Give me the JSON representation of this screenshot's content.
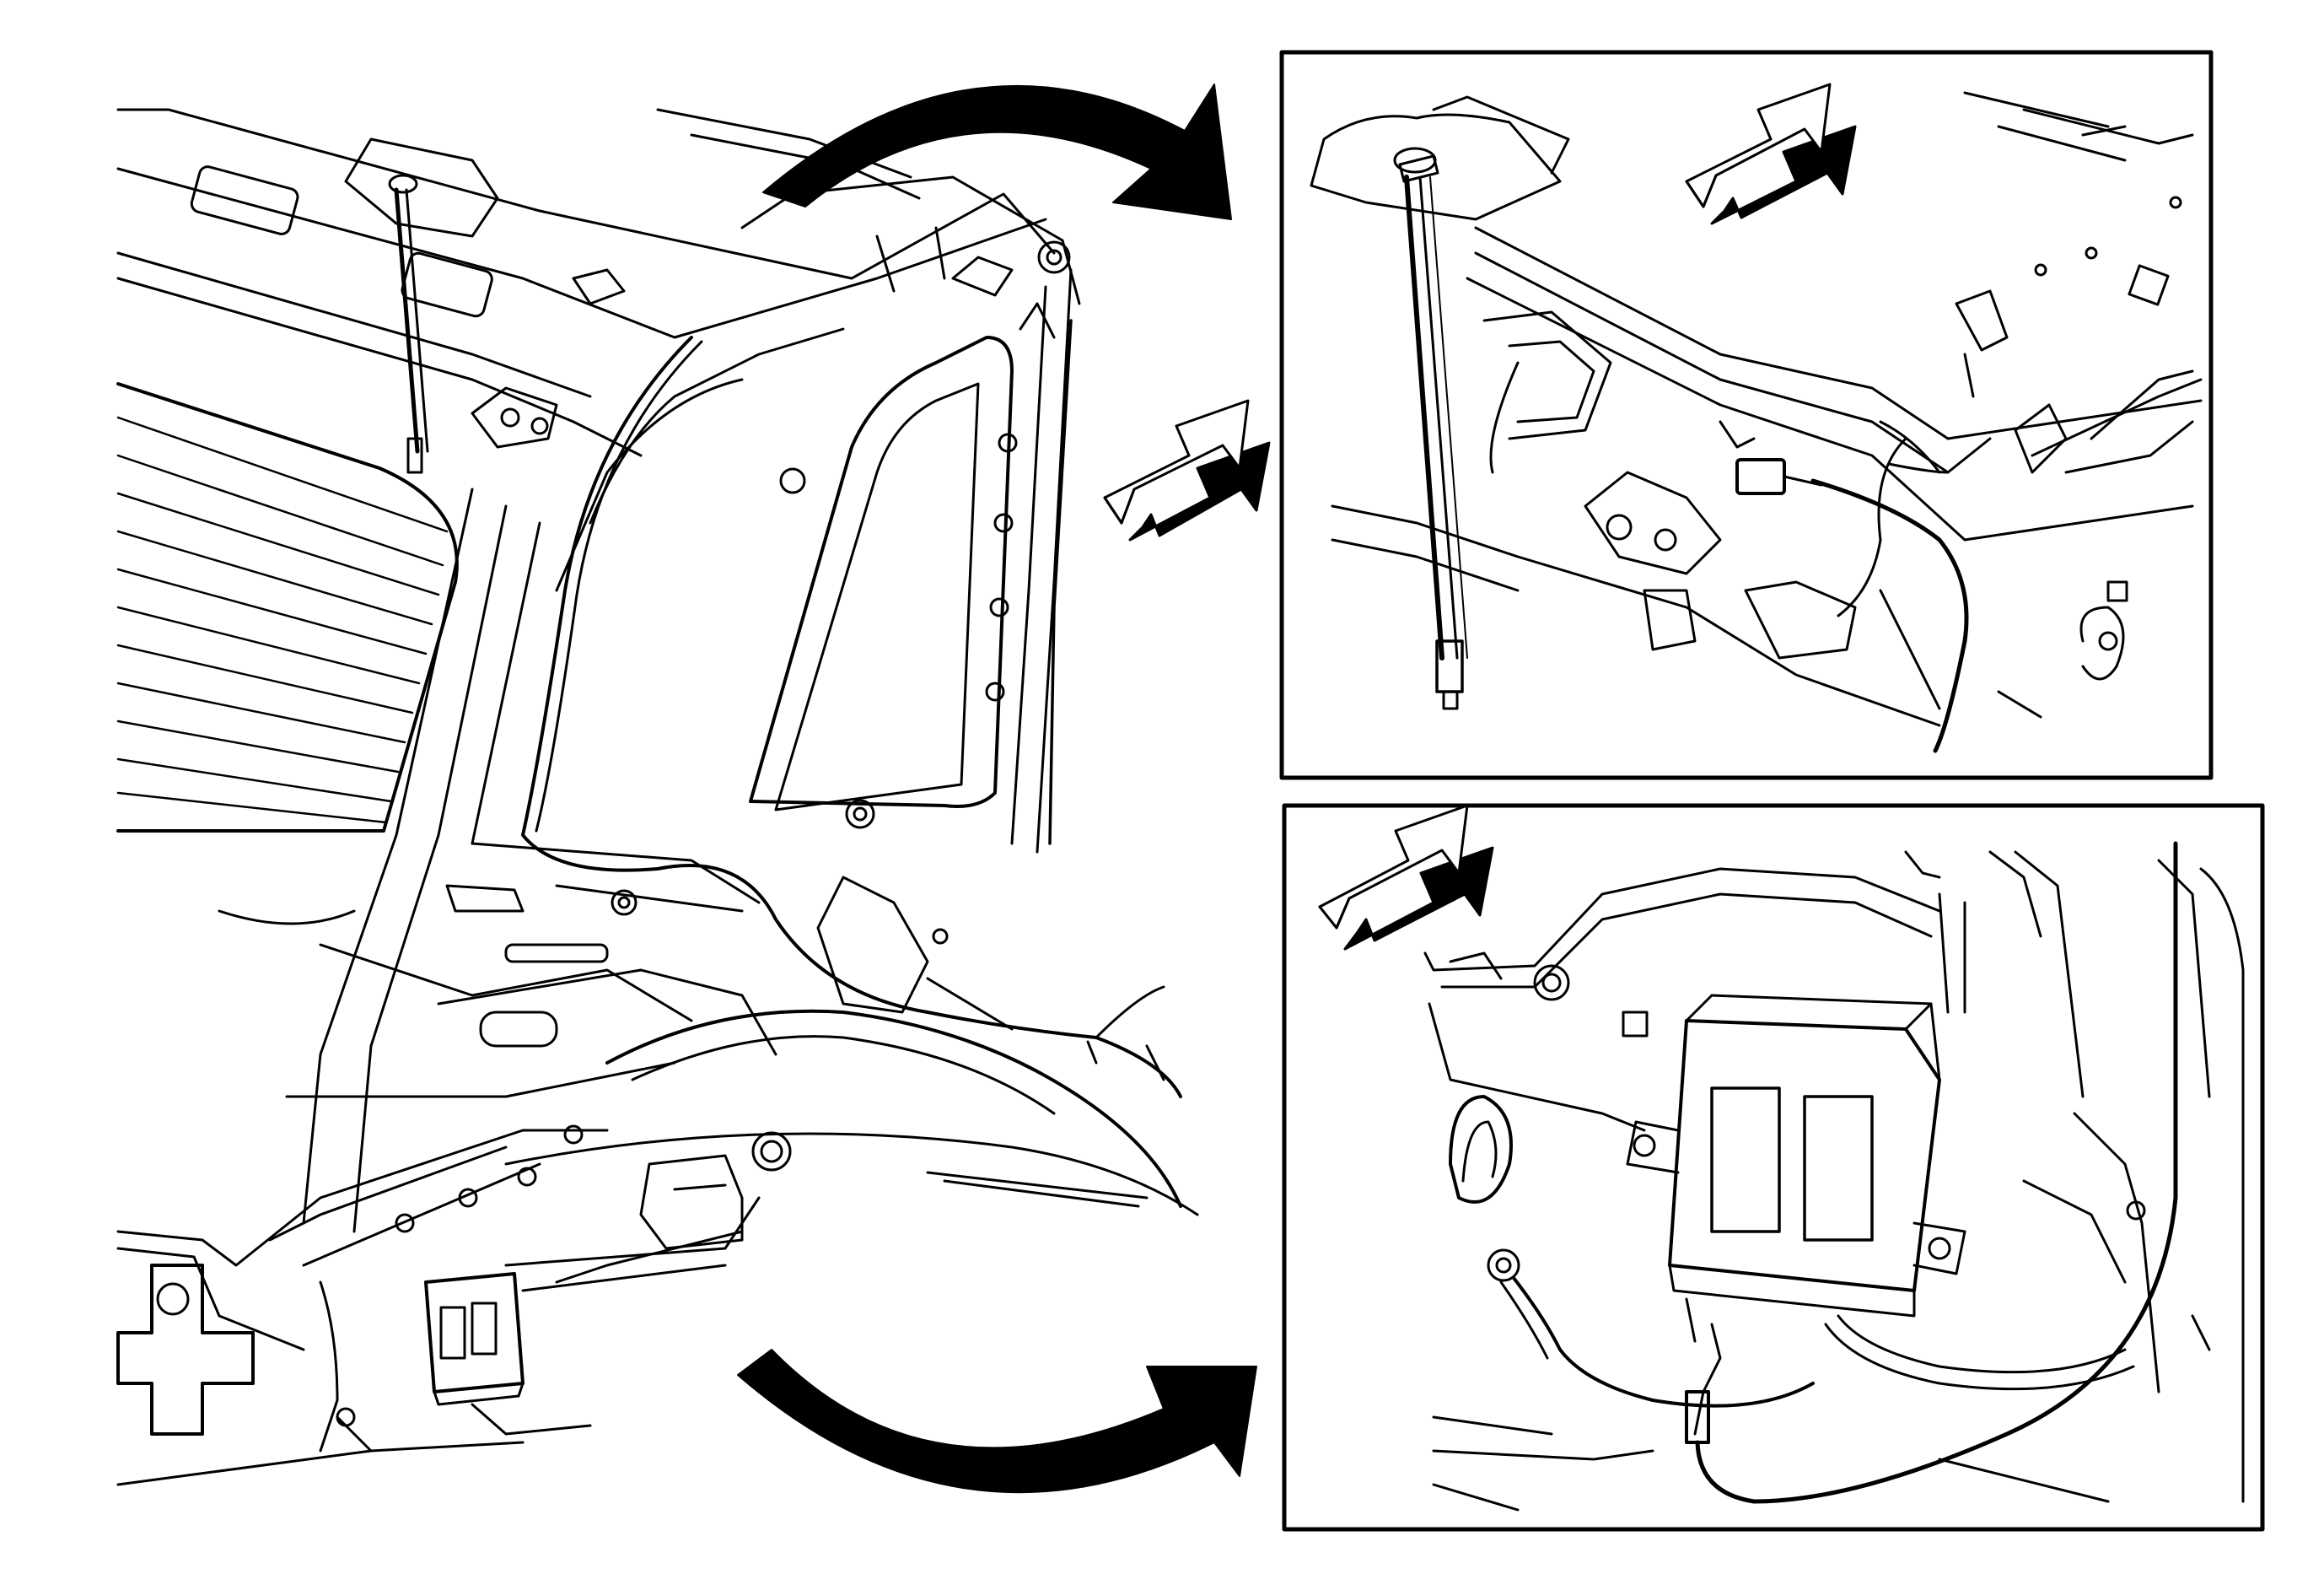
{
  "diagram": {
    "colors": {
      "stroke": "#000000",
      "background": "#ffffff",
      "arrow_fill": "#000000",
      "pointer_fill": "#ffffff"
    },
    "panels": [
      {
        "id": "overview",
        "content": "quarter-panel-overview"
      },
      {
        "id": "detail-top",
        "content": "antenna-cable-routing-detail"
      },
      {
        "id": "detail-bottom",
        "content": "module-and-ground-detail"
      }
    ],
    "callout_arrows": [
      "curved-arrow-top",
      "curved-arrow-bottom"
    ],
    "direction_pointers": [
      "pointer-overview-pillar",
      "pointer-top-detail",
      "pointer-bottom-detail"
    ]
  }
}
